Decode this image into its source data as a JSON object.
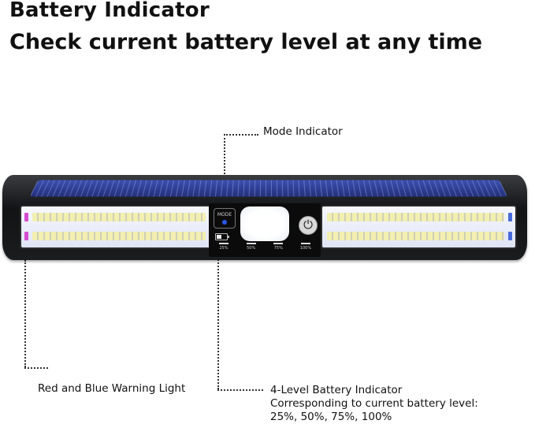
{
  "heading": {
    "title": "Battery Indicator",
    "subtitle": "Check current battery level at any time"
  },
  "callouts": {
    "mode_indicator": "Mode Indicator",
    "warning_light": "Red and Blue Warning Light",
    "battery_indicator": {
      "line1": "4-Level Battery Indicator",
      "line2": "Corresponding to current battery level:",
      "line3": "25%, 50%, 75%, 100%"
    }
  },
  "device": {
    "mode_button_label": "MODE",
    "power_symbol": "⏻",
    "battery_levels": [
      "25%",
      "50%",
      "75%",
      "100%"
    ],
    "warning_colors": {
      "left": "#d54bd0",
      "right": "#4a6bdc"
    },
    "mode_led_color": "#2b56e6"
  }
}
